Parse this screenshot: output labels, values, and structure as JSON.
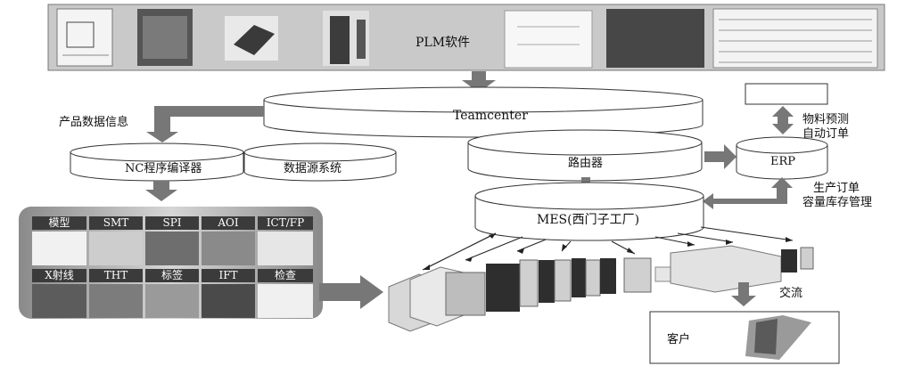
{
  "plm": {
    "label": "PLM软件"
  },
  "teamcenter": {
    "label": "Teamcenter"
  },
  "product_data": {
    "label": "产品数据信息"
  },
  "nc_compiler": {
    "label": "NC程序编译器"
  },
  "data_source": {
    "label": "数据源系统"
  },
  "router": {
    "label": "路由器"
  },
  "mes": {
    "label": "MES(西门子工厂)"
  },
  "erp": {
    "label": "ERP"
  },
  "forecast": {
    "line1": "物料预测",
    "line2": "自动订单"
  },
  "production": {
    "line1": "生产订单",
    "line2": "容量库存管理"
  },
  "exchange": {
    "label": "交流"
  },
  "customer": {
    "label": "客户"
  },
  "nc_outputs": {
    "row1": [
      "模型",
      "SMT",
      "SPI",
      "AOI",
      "ICT/FP"
    ],
    "row2": [
      "X射线",
      "THT",
      "标签",
      "IFT",
      "检查"
    ]
  }
}
